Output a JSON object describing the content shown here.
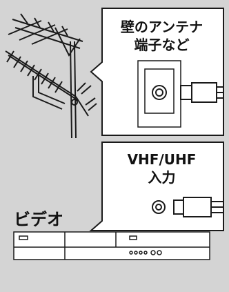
{
  "labels": {
    "wall_antenna_terminal": "壁のアンテナ\n端子など",
    "wall_antenna_terminal_line1": "壁のアンテナ",
    "wall_antenna_terminal_line2": "端子など",
    "vhf_uhf_input_line1": "VHF/UHF",
    "vhf_uhf_input_line2": "入力",
    "vcr": "ビデオ"
  },
  "colors": {
    "background": "#d4d4d4",
    "panel": "#ffffff",
    "stroke": "#1a1a1a"
  },
  "icons": [
    "antenna-icon",
    "coaxial-socket-icon",
    "coaxial-plug-icon",
    "vcr-icon"
  ]
}
